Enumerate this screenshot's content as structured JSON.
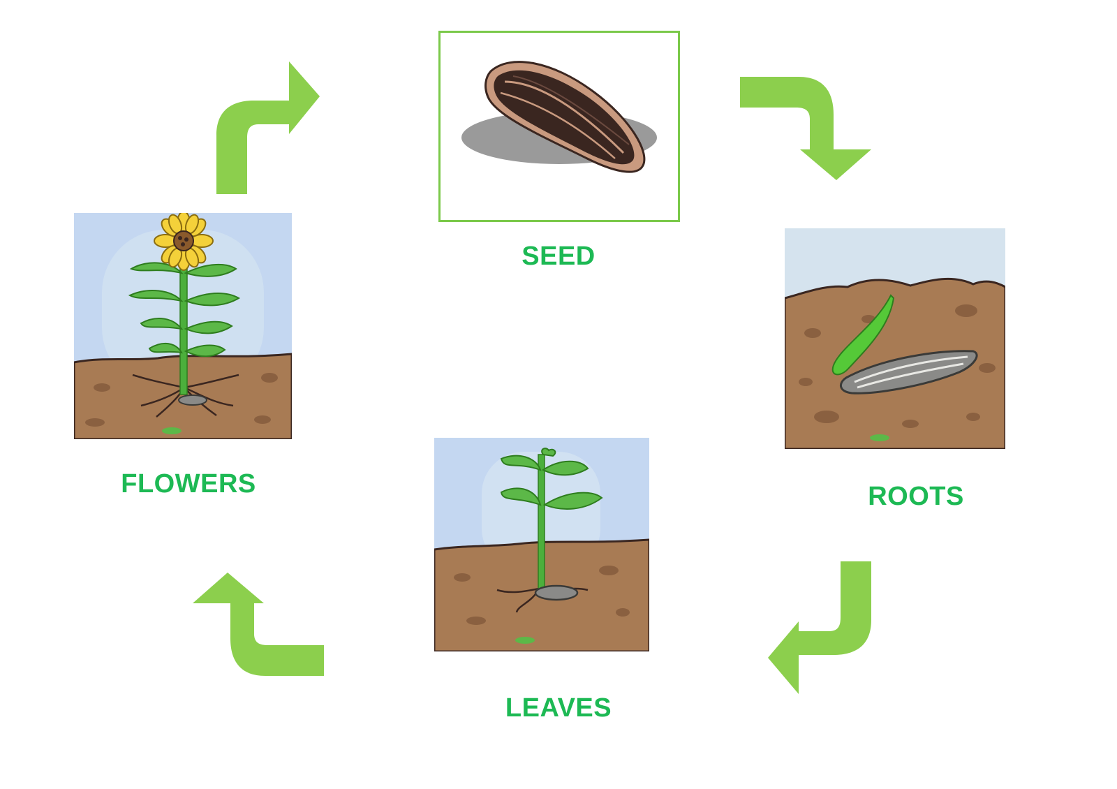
{
  "diagram": {
    "stages": {
      "seed": {
        "label": "SEED"
      },
      "roots": {
        "label": "ROOTS"
      },
      "leaves": {
        "label": "LEAVES"
      },
      "flowers": {
        "label": "FLOWERS"
      }
    },
    "colors": {
      "label_green": "#1db954",
      "arrow_green": "#8ccf4d",
      "seed_frame": "#7bc94a",
      "sky": "#c4d7f1",
      "soil": "#a87b54",
      "soil_dark": "#8a6040",
      "stem": "#4caf3c",
      "leaf": "#5cb848",
      "petal": "#f4d13a",
      "seed_dark": "#3a2620",
      "seed_shell": "#c99a7f"
    }
  }
}
